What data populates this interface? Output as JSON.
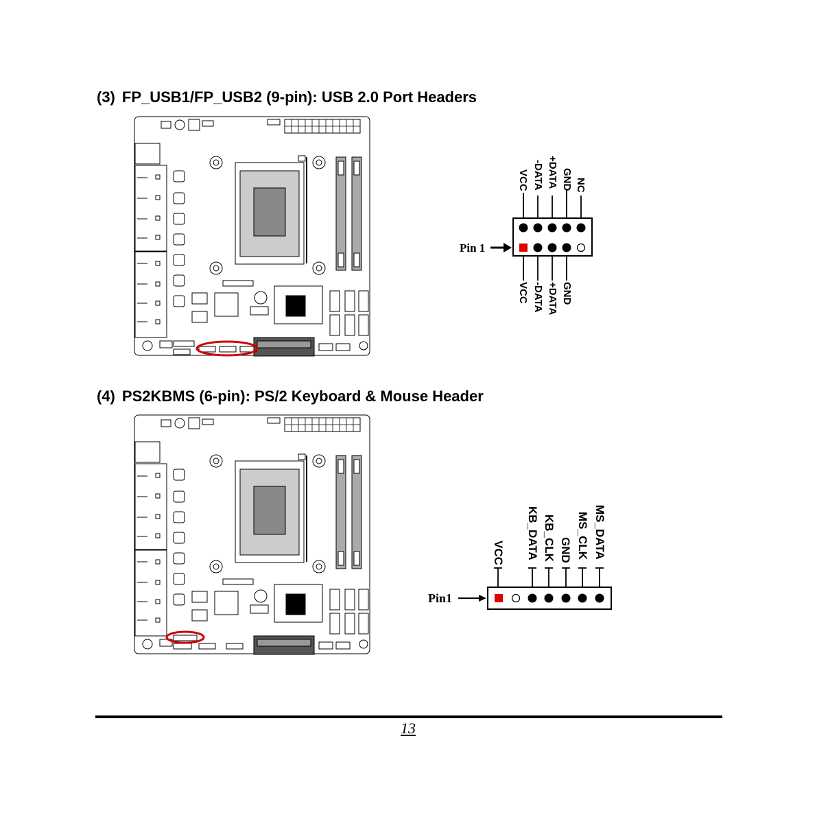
{
  "sections": [
    {
      "number": "(3)",
      "title": "FP_USB1/FP_USB2 (9-pin): USB 2.0 Port Headers",
      "pin1_label": "Pin 1",
      "top_labels": [
        "VCC",
        "-DATA",
        "+DATA",
        "GND",
        "NC"
      ],
      "bottom_labels": [
        "VCC",
        "-DATA",
        "+DATA",
        "GND"
      ]
    },
    {
      "number": "(4)",
      "title": "PS2KBMS (6-pin): PS/2 Keyboard & Mouse Header",
      "pin1_label": "Pin1",
      "labels": [
        "VCC",
        "KB_DATA",
        "KB_CLK",
        "GND",
        "MS_CLK",
        "MS_DATA"
      ]
    }
  ],
  "colors": {
    "pin1": "#e00000",
    "ink": "#000000",
    "highlight": "#d00000"
  },
  "page_number": "13"
}
